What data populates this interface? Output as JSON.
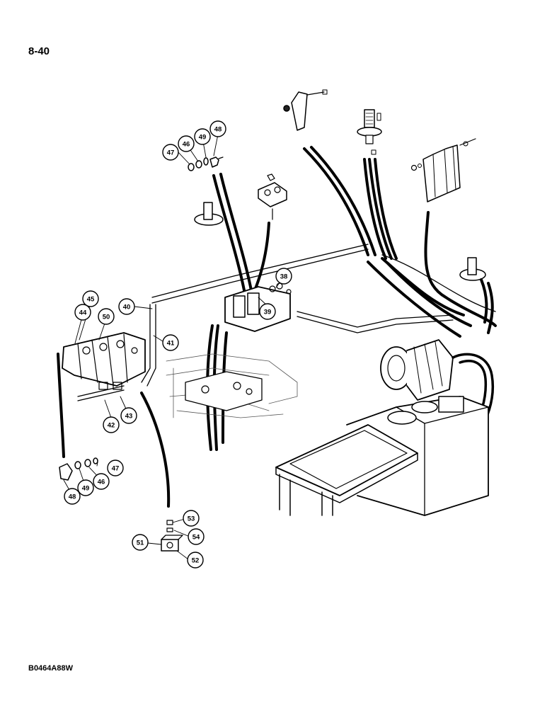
{
  "page_number": "8-40",
  "figure_code": "B0464A88W",
  "callouts": [
    {
      "id": "c47a",
      "label": "47"
    },
    {
      "id": "c46a",
      "label": "46"
    },
    {
      "id": "c49a",
      "label": "49"
    },
    {
      "id": "c48a",
      "label": "48"
    },
    {
      "id": "c38",
      "label": "38"
    },
    {
      "id": "c39",
      "label": "39"
    },
    {
      "id": "c40",
      "label": "40"
    },
    {
      "id": "c45",
      "label": "45"
    },
    {
      "id": "c44",
      "label": "44"
    },
    {
      "id": "c50",
      "label": "50"
    },
    {
      "id": "c41",
      "label": "41"
    },
    {
      "id": "c42",
      "label": "42"
    },
    {
      "id": "c43",
      "label": "43"
    },
    {
      "id": "c47b",
      "label": "47"
    },
    {
      "id": "c46b",
      "label": "46"
    },
    {
      "id": "c49b",
      "label": "49"
    },
    {
      "id": "c48b",
      "label": "48"
    },
    {
      "id": "c53",
      "label": "53"
    },
    {
      "id": "c54",
      "label": "54"
    },
    {
      "id": "c51",
      "label": "51"
    },
    {
      "id": "c52",
      "label": "52"
    }
  ]
}
